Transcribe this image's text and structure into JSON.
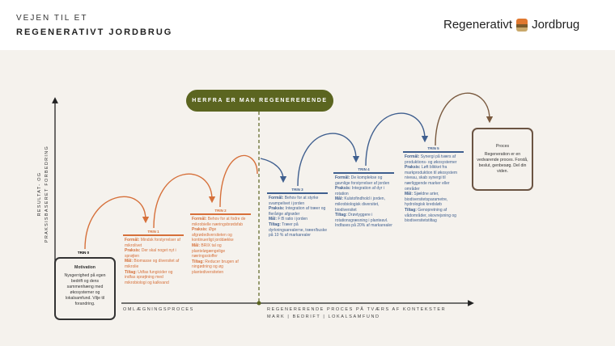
{
  "header": {
    "title_line1": "VEJEN TIL ET",
    "title_line2": "REGENERATIVT JORDBRUG",
    "logo_left": "Regenerativt",
    "logo_right": "Jordbrug"
  },
  "banner": "HERFRA ER MAN REGENERERENDE",
  "y_axis_label_1": "RESULTAT- OG",
  "y_axis_label_2": "PRAKSISBASERET FORBEDRING",
  "x_axis": {
    "left": "OMLÆGNINGSPROCES",
    "right_1": "REGENERERENDE PROCES PÅ TVÆRS AF KONTEKSTER",
    "right_2": "MARK | BEDRIFT | LOKALSAMFUND"
  },
  "colors": {
    "orange": "#d6703a",
    "blue": "#3f5f8f",
    "brown": "#7a5a3f",
    "green": "#5b6520"
  },
  "trin0": {
    "label": "TRIN 0",
    "title": "Motivation",
    "text": "Nysgerrighed på egen bedrift og dens sammenhæng med økosystemer og lokalsamfund. Vilje til forandring."
  },
  "steps": [
    {
      "label": "TRIN 1",
      "formaal": "Formål:",
      "formaal_t": " Mindsk forstyrrelser af mikrolivet",
      "praksis": " Praksis:",
      "praksis_t": " Der skal noget nyt i sprøjten",
      "maal": "Mål:",
      "maal_t": " Biomasse og diversitet af mikrolie",
      "tiltag": "Tiltag:",
      "tiltag_t": " Udfas fungicider og indfas sprøjtning med mikrobiologi og kalkvand"
    },
    {
      "label": "TRIN 2",
      "formaal": "Formål:",
      "formaal_t": " Behov for at fodre de mikrobielle næringsbrødsfab",
      "praksis": " Praksis:",
      "praksis_t": " Øge afgrødediversiteten og kontinuerligt jorddække",
      "maal": "Mål:",
      "maal_t": " BRIX tal og planteløgængelige næringsstoffer",
      "tiltag": "Tiltag:",
      "tiltag_t": " Reducer brugen af ningødning og øg plantediversiteten"
    },
    {
      "label": "TRIN 3",
      "formaal": "Formål:",
      "formaal_t": " Behov for at styrke svampelivet i jorden",
      "praksis": "Praksis:",
      "praksis_t": " Integration af træer og flerårige afgrøder",
      "maal": "Mål:",
      "maal_t": " F:B ratio i jorden",
      "tiltag": "Tiltag:",
      "tiltag_t": " Træer på dyrkningsarealerne, træer/buske på 10 % af markarealer"
    },
    {
      "label": "TRIN 4",
      "formaal": "Formål:",
      "formaal_t": " De komplekse og gavnlige forstyrrelser af jorden",
      "praksis": "Praksis:",
      "praksis_t": " Integration af dyr i rotation",
      "maal": "Mål:",
      "maal_t": " Kulstofindhold i jorden, mikrobiologisk diversitet, biodiversitet",
      "tiltag": "Tiltag:",
      "tiltag_t": " Drøvtyggere i rotationsgræsning i planteavl. Indfases på 20% af markarealer"
    },
    {
      "label": "TRIN 5",
      "formaal": "Formål:",
      "formaal_t": " Synergi på tværs af produktions- og økosystemer",
      "praksis": "Praksis:",
      "praksis_t": " Løft blikket fra markproduktion til økosystem niveau, skab synergi til nærliggende marker eller områder",
      "maal": "Mål:",
      "maal_t": " Sjældne arter, biodiversitetsparametre, hydrologisk kredsløb",
      "tiltag": "Tiltag:",
      "tiltag_t": " Genopretning af vådområder, skovrejsning og biodiversitetstiltag"
    }
  ],
  "proces": {
    "title": "Proces",
    "text": "Regeneration er en vedvarende proces. Forstå, beslut, genbesøg. Del din viden."
  }
}
